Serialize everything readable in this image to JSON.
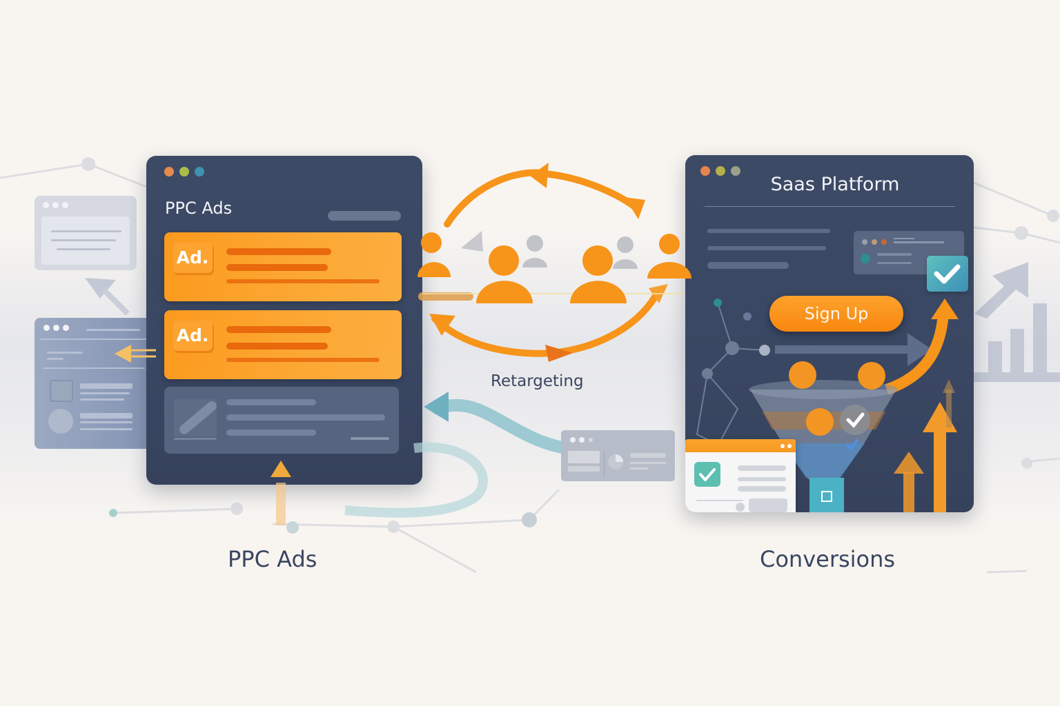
{
  "colors": {
    "background": "#f8f5f1",
    "panel": "#3b4864",
    "accent_orange": "#fb9a1d",
    "ad_line": "#e9690c",
    "teal": "#5cbfb0",
    "text_dark": "#3a4660",
    "text_light": "#f3f4f7"
  },
  "left_panel": {
    "window_dots": [
      "#e9894a",
      "#a9bd4a",
      "#3d93b0"
    ],
    "title": "PPC Ads",
    "ads": [
      {
        "badge": "Ad.",
        "icon": "ad-badge-icon"
      },
      {
        "badge": "Ad."
      }
    ],
    "draft_card": {
      "icon": "image-placeholder-icon"
    }
  },
  "retargeting": {
    "label": "Retargeting",
    "icons": [
      "cycle-arrow-icon",
      "person-icon"
    ],
    "people_count": 4
  },
  "right_panel": {
    "window_dots": [
      "#e5854f",
      "#b5b04a",
      "#9aa08a"
    ],
    "title": "Saas Platform",
    "cta_button": "Sign Up",
    "icons": [
      "check-bubble-icon",
      "funnel-icon",
      "growth-arrow-icon",
      "network-graph-icon"
    ]
  },
  "side_decor": {
    "left_windows": 2,
    "right_chart_icon": "bar-chart-up-arrow-icon"
  },
  "captions": {
    "left": "PPC Ads",
    "right": "Conversions"
  }
}
